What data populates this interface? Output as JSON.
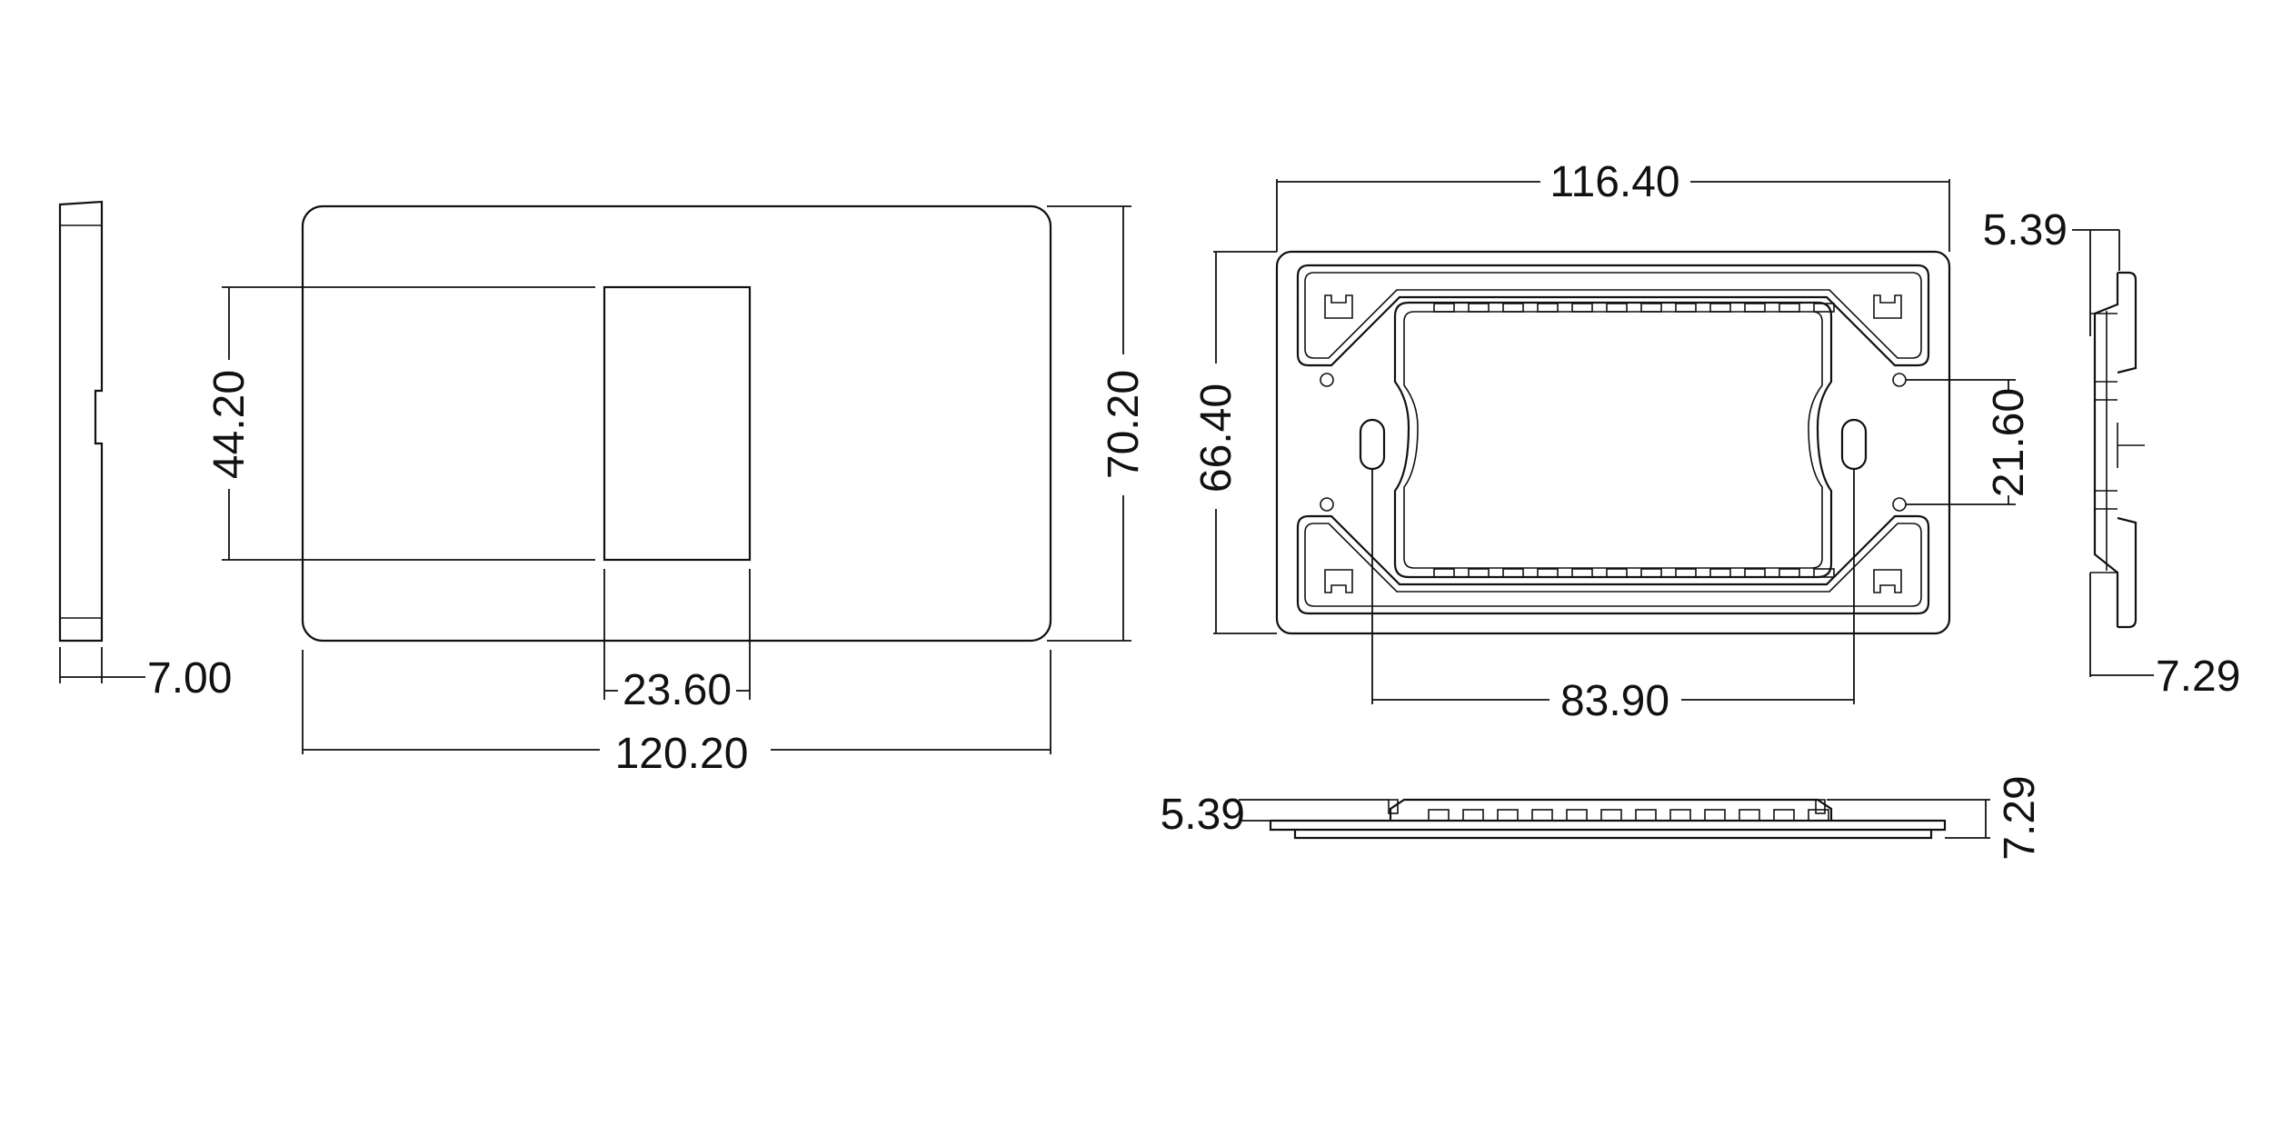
{
  "dimensions": {
    "side_thickness": "7.00",
    "cover_width": "120.20",
    "cover_height": "70.20",
    "window_height": "44.20",
    "window_width": "23.60",
    "frame_width": "116.40",
    "frame_height": "66.40",
    "slot_spacing": "83.90",
    "hole_spacing": "21.60",
    "side_offset_top": "5.39",
    "side_depth": "7.29",
    "bottom_offset": "5.39",
    "bottom_depth": "7.29"
  }
}
